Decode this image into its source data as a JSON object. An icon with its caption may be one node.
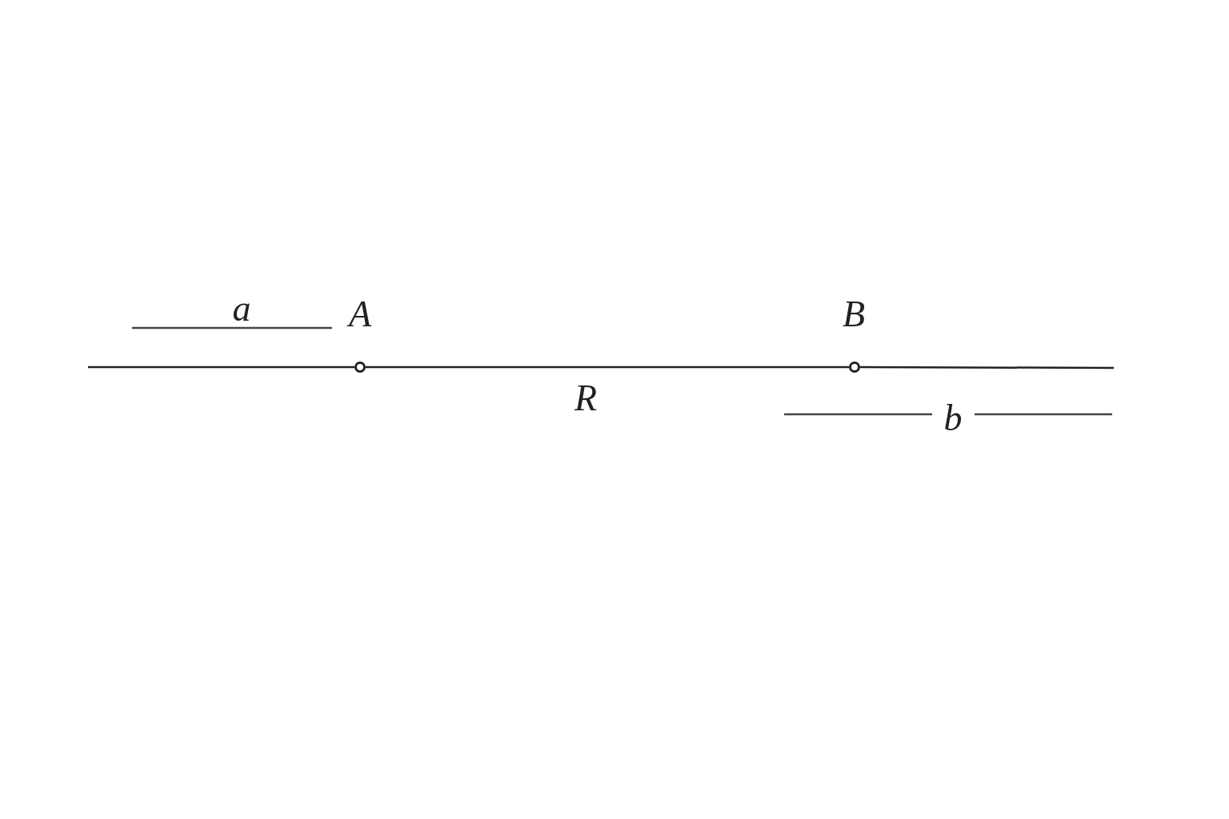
{
  "diagram": {
    "nodes": [
      {
        "text": [],
        "shape": "circle",
        "beside": [
          "A"
        ]
      },
      {
        "text": [],
        "shape": "circle",
        "beside": [
          "B"
        ]
      }
    ],
    "edges": [
      {
        "from": null,
        "to": 0,
        "arrow": "none"
      },
      {
        "from": 0,
        "to": 1,
        "arrow": "none",
        "label": "R"
      },
      {
        "from": 1,
        "to": null,
        "arrow": "none"
      }
    ],
    "labels": [
      "a",
      "b"
    ]
  }
}
